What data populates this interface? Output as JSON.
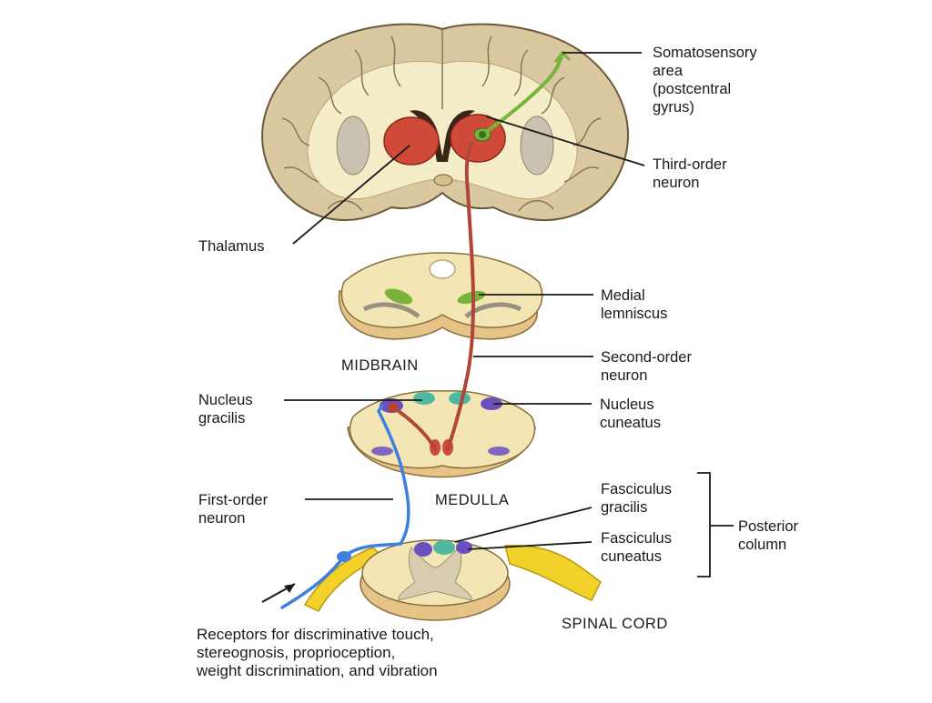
{
  "labels": {
    "somatosensory": [
      "Somatosensory",
      "area",
      "(postcentral",
      "gyrus)"
    ],
    "third_order": [
      "Third-order",
      "neuron"
    ],
    "thalamus": [
      "Thalamus"
    ],
    "medial_lemniscus": [
      "Medial",
      "lemniscus"
    ],
    "second_order": [
      "Second-order",
      "neuron"
    ],
    "nucleus_gracilis": [
      "Nucleus",
      "gracilis"
    ],
    "nucleus_cuneatus": [
      "Nucleus",
      "cuneatus"
    ],
    "first_order": [
      "First-order",
      "neuron"
    ],
    "fasciculus_gracilis": [
      "Fasciculus",
      "gracilis"
    ],
    "fasciculus_cuneatus": [
      "Fasciculus",
      "cuneatus"
    ],
    "posterior_column": [
      "Posterior",
      "column"
    ],
    "receptors": [
      "Receptors for discriminative touch,",
      "stereognosis, proprioception,",
      "weight discrimination, and vibration"
    ]
  },
  "sections": {
    "midbrain": "MIDBRAIN",
    "medulla": "MEDULLA",
    "spinal_cord": "SPINAL CORD"
  },
  "colors": {
    "tissue": "#f3e6b4",
    "cortex": "#d9c8a0",
    "thalamus": "#d04a3a",
    "second_order_neuron": "#b0463a",
    "third_order_neuron": "#78b43c",
    "first_order_neuron": "#3f7fe0",
    "fasciculus_gracilis": "#4fb8a0",
    "fasciculus_cuneatus": "#6a4fc0",
    "nerve": "#f2d22a"
  }
}
